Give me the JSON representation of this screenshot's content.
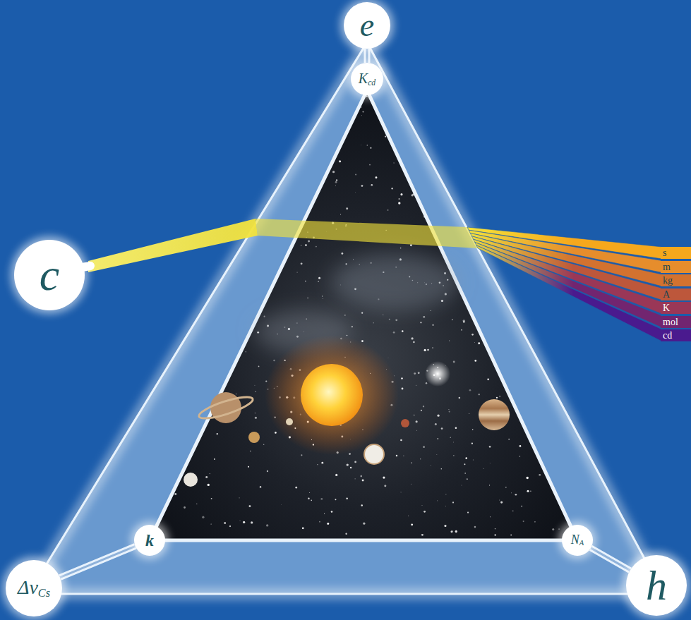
{
  "diagram": {
    "nodes": [
      {
        "text": [
          "e"
        ]
      },
      {
        "text": [
          "Kcd"
        ]
      },
      {
        "text": [
          "c"
        ]
      },
      {
        "text": [
          "k"
        ]
      },
      {
        "text": [
          "NA"
        ]
      },
      {
        "text": [
          "ΔνCs"
        ]
      },
      {
        "text": [
          "h"
        ]
      }
    ],
    "edges": [
      {
        "from": 0,
        "to": 1,
        "arrow": "none"
      },
      {
        "from": 5,
        "to": 3,
        "arrow": "none"
      },
      {
        "from": 6,
        "to": 4,
        "arrow": "none"
      }
    ],
    "labels": [
      "s",
      "m",
      "kg",
      "A",
      "K",
      "mol",
      "cd"
    ]
  }
}
